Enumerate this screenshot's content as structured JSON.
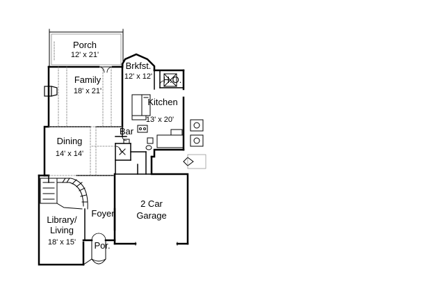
{
  "rooms": {
    "porch": {
      "name": "Porch",
      "dims": "12' x 21'"
    },
    "family": {
      "name": "Family",
      "dims": "18' x 21'"
    },
    "brkfst": {
      "name": "Brkfst.",
      "dims": "12' x 12'"
    },
    "ho": {
      "name": "H.O."
    },
    "kitchen": {
      "name": "Kitchen",
      "dims": "13' x 20'"
    },
    "bar": {
      "name": "Bar"
    },
    "dining": {
      "name": "Dining",
      "dims": "14' x 14'"
    },
    "garage": {
      "name_line1": "2 Car",
      "name_line2": "Garage"
    },
    "foyer": {
      "name": "Foyer"
    },
    "library": {
      "name_line1": "Library/",
      "name_line2": "Living",
      "dims": "18' x 15'"
    },
    "por": {
      "name": "Por."
    }
  },
  "colors": {
    "wall": "#000000",
    "thin": "#555555",
    "dash": "#777777",
    "background": "#ffffff"
  }
}
